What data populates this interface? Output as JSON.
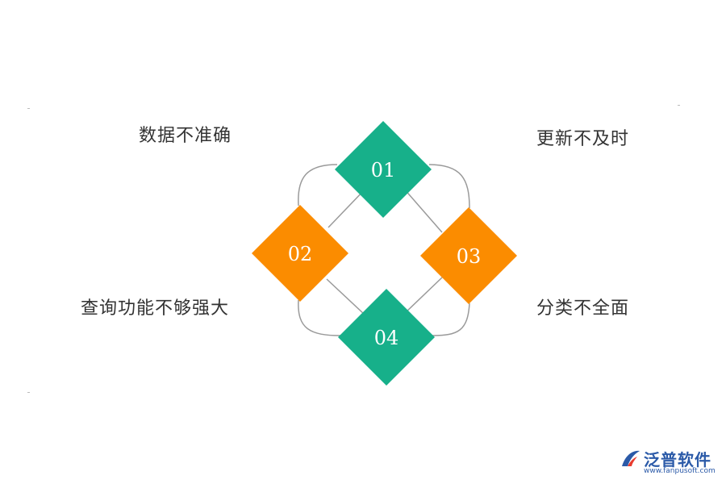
{
  "labels": {
    "item1": "数据不准确",
    "item2": "更新不及时",
    "item3": "查询功能不够强大",
    "item4": "分类不全面"
  },
  "diamonds": {
    "d1": {
      "number": "01",
      "color": "#17b08a"
    },
    "d2": {
      "number": "02",
      "color": "#fb8c00"
    },
    "d3": {
      "number": "03",
      "color": "#fb8c00"
    },
    "d4": {
      "number": "04",
      "color": "#17b08a"
    }
  },
  "logo": {
    "name": "泛普软件",
    "url": "www.fanpusoft.com"
  },
  "colors": {
    "connector": "#9a9a9a",
    "label_text": "#333333",
    "logo": "#2b5aa8"
  }
}
